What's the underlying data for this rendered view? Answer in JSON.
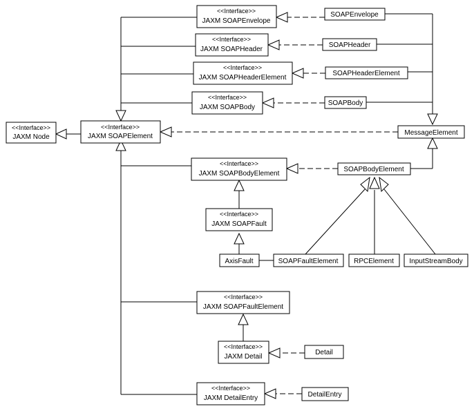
{
  "stereotype": "<<Interface>>",
  "nodes": {
    "jaxm_node": "JAXM Node",
    "jaxm_soap_element": "JAXM SOAPElement",
    "jaxm_soap_envelope": "JAXM SOAPEnvelope",
    "jaxm_soap_header": "JAXM SOAPHeader",
    "jaxm_soap_header_element": "JAXM SOAPHeaderElement",
    "jaxm_soap_body": "JAXM SOAPBody",
    "jaxm_soap_body_element": "JAXM SOAPBodyElement",
    "jaxm_soap_fault": "JAXM SOAPFault",
    "jaxm_soap_fault_element": "JAXM SOAPFaultElement",
    "jaxm_detail": "JAXM Detail",
    "jaxm_detail_entry": "JAXM DetailEntry",
    "soap_envelope": "SOAPEnvelope",
    "soap_header": "SOAPHeader",
    "soap_header_element": "SOAPHeaderElement",
    "soap_body": "SOAPBody",
    "message_element": "MessageElement",
    "soap_body_element": "SOAPBodyElement",
    "axis_fault": "AxisFault",
    "soap_fault_element": "SOAPFaultElement",
    "rpc_element": "RPCElement",
    "input_stream_body": "InputStreamBody",
    "detail": "Detail",
    "detail_entry": "DetailEntry"
  }
}
